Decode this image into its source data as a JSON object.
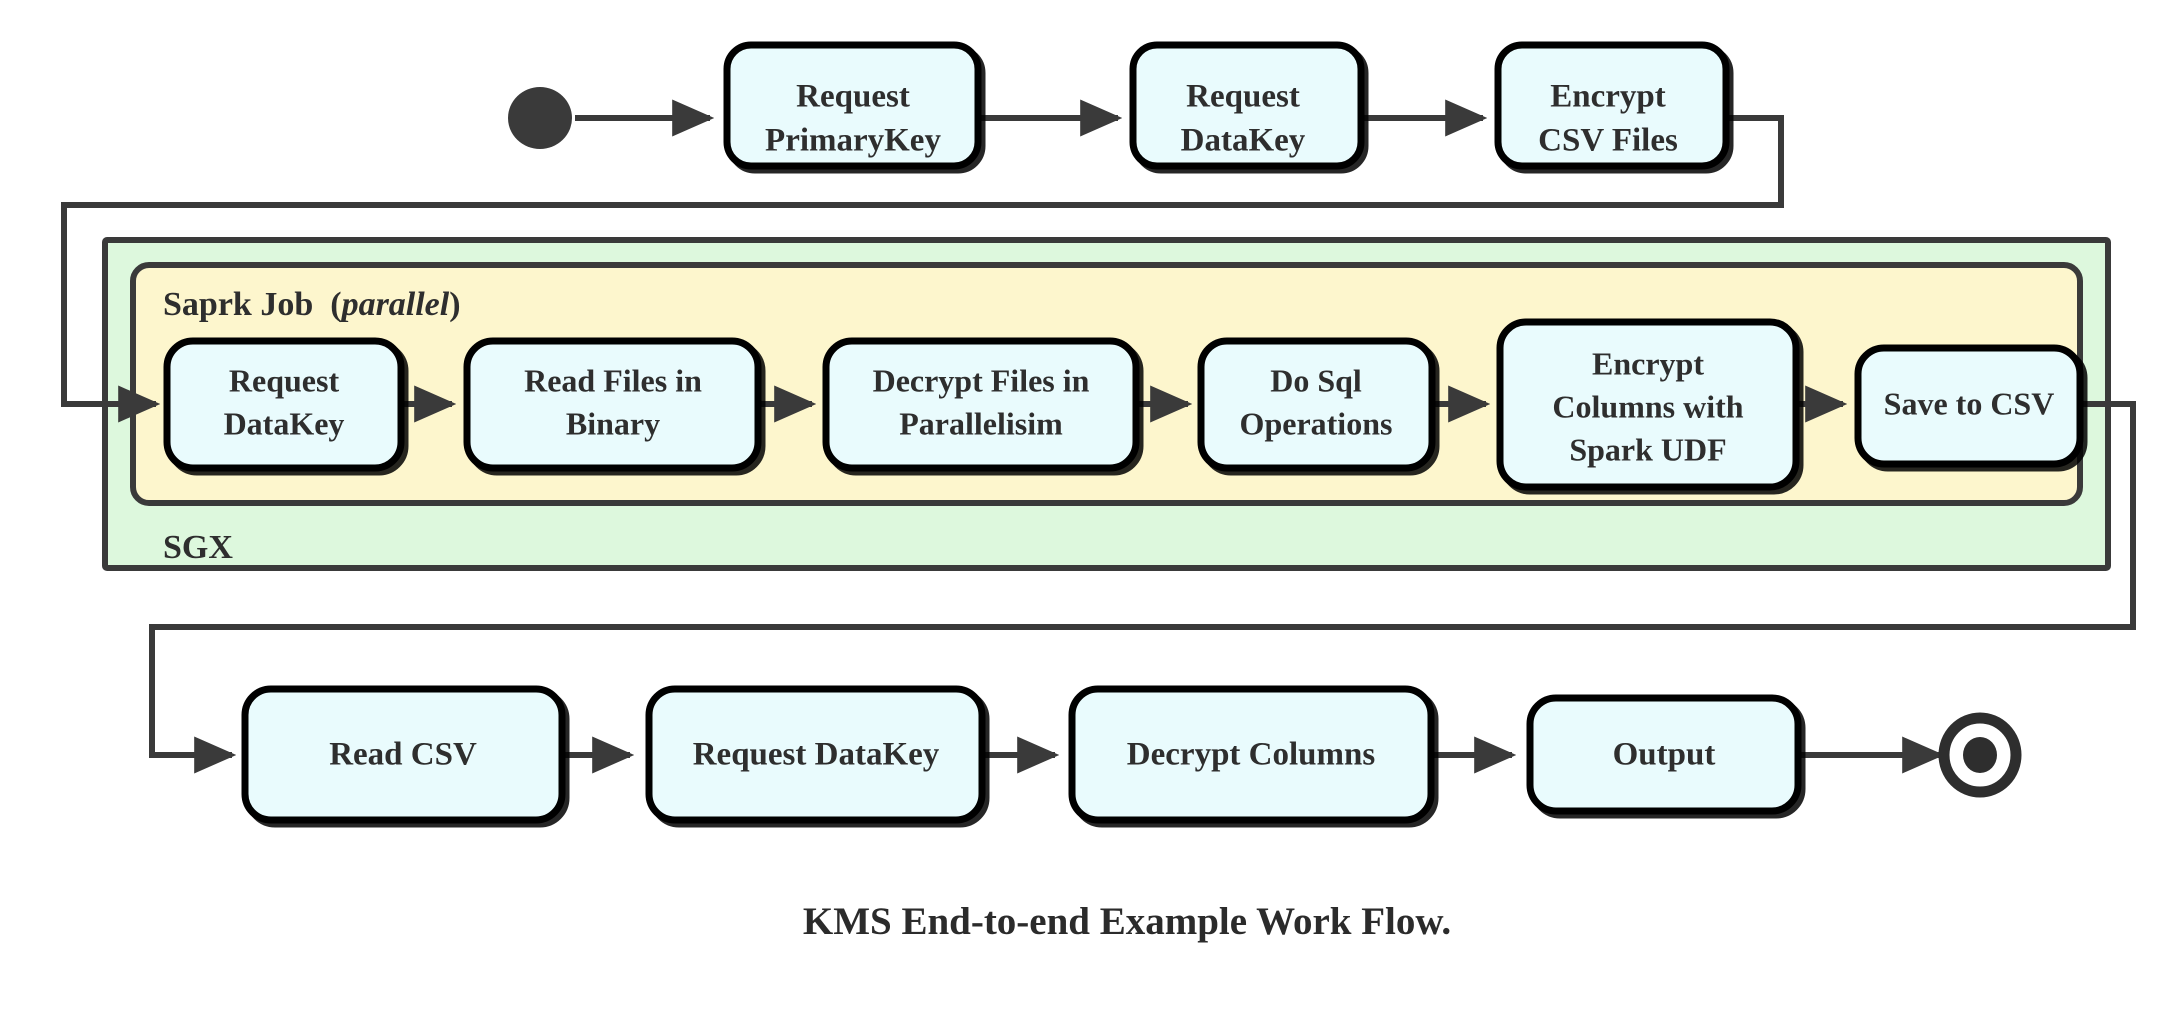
{
  "diagram": {
    "title": "KMS End-to-end Example Work Flow.",
    "colors": {
      "node_fill": "#e9fbfd",
      "node_stroke": "#000000",
      "sgx_fill": "#ddf8dd",
      "spark_fill": "#fdf6cd",
      "container_stroke": "#3a3a3a",
      "edge": "#3a3a3a",
      "start_node": "#3a3a3a",
      "text": "#2e2e2e",
      "background": "#ffffff"
    },
    "nodes": {
      "start": {
        "label": "",
        "icon": "filled-circle-start-node"
      },
      "end": {
        "label": "",
        "icon": "donut-end-node"
      },
      "top_row": [
        {
          "id": "request-primarykey",
          "lines": [
            "Request",
            "PrimaryKey"
          ]
        },
        {
          "id": "request-datakey-top",
          "lines": [
            "Request",
            "DataKey"
          ]
        },
        {
          "id": "encrypt-csv-files",
          "lines": [
            "Encrypt",
            "CSV Files"
          ]
        }
      ],
      "spark_row": [
        {
          "id": "request-datakey-spark",
          "lines": [
            "Request",
            "DataKey"
          ]
        },
        {
          "id": "read-files-in-binary",
          "lines": [
            "Read Files in",
            "Binary"
          ]
        },
        {
          "id": "decrypt-files-in-parallelisim",
          "lines": [
            "Decrypt Files in",
            "Parallelisim"
          ]
        },
        {
          "id": "do-sql-operations",
          "lines": [
            "Do Sql",
            "Operations"
          ]
        },
        {
          "id": "encrypt-columns-with-spark-udf",
          "lines": [
            "Encrypt",
            "Columns with",
            "Spark UDF"
          ]
        },
        {
          "id": "save-to-csv",
          "lines": [
            "Save to CSV"
          ]
        }
      ],
      "bottom_row": [
        {
          "id": "read-csv",
          "lines": [
            "Read CSV"
          ]
        },
        {
          "id": "request-datakey-bottom",
          "lines": [
            "Request DataKey"
          ]
        },
        {
          "id": "decrypt-columns",
          "lines": [
            "Decrypt Columns"
          ]
        },
        {
          "id": "output",
          "lines": [
            "Output"
          ]
        }
      ]
    },
    "containers": {
      "sgx": {
        "label": "SGX"
      },
      "spark_job": {
        "label_bold": "Saprk Job",
        "label_paren_open": "(",
        "label_italic": "parallel",
        "label_paren_close": ")"
      }
    }
  }
}
